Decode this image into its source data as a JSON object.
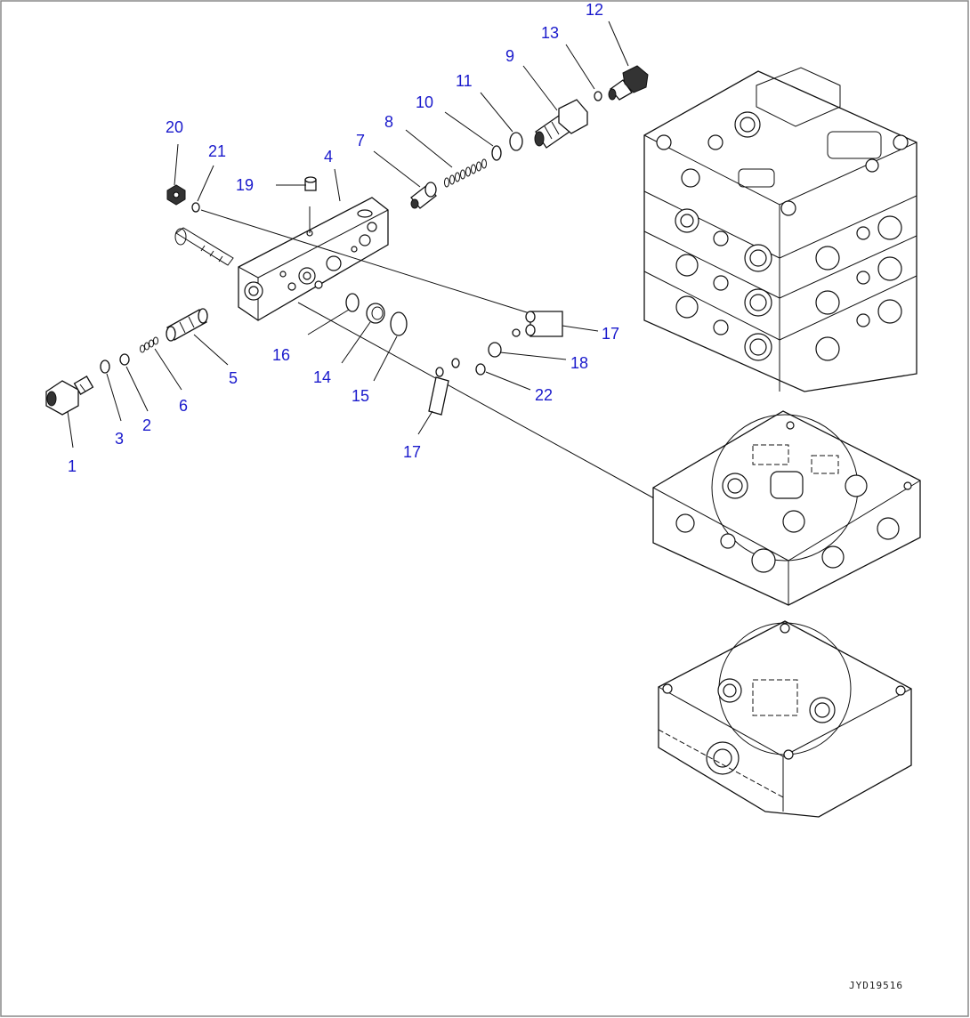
{
  "diagram": {
    "drawing_id": "JYD19516",
    "callouts": [
      "1",
      "2",
      "3",
      "4",
      "5",
      "6",
      "7",
      "8",
      "9",
      "10",
      "11",
      "12",
      "13",
      "14",
      "15",
      "16",
      "17",
      "17",
      "18",
      "19",
      "20",
      "21",
      "22"
    ]
  }
}
